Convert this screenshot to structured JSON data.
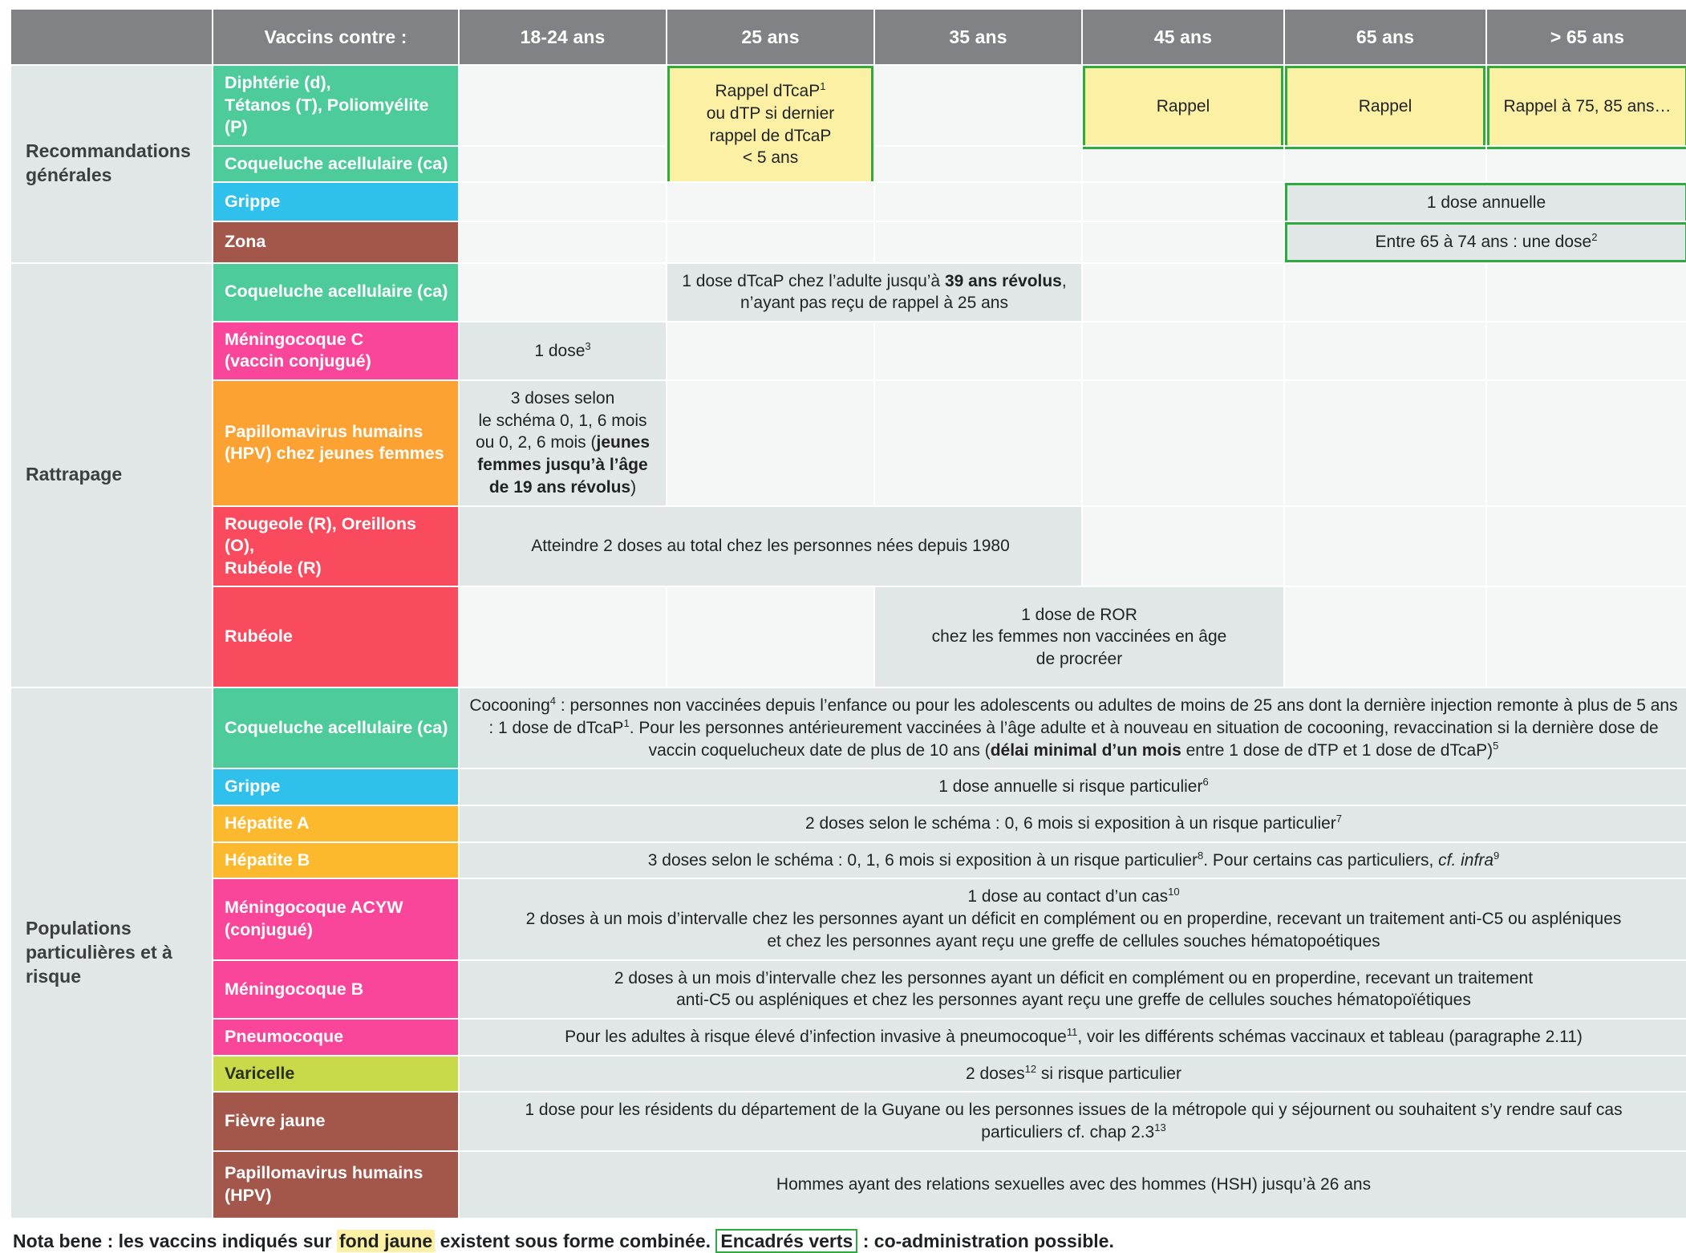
{
  "header": {
    "corner": "",
    "vaccine_col": "Vaccins contre :",
    "ages": [
      "18-24 ans",
      "25 ans",
      "35 ans",
      "45 ans",
      "65 ans",
      "> 65 ans"
    ]
  },
  "colors": {
    "header_grey": "#808285",
    "section_grey": "#e1e7e7",
    "cell_light": "#f5f7f7",
    "cell_fill": "#e1e7e7",
    "yellow": "#fbf0a4",
    "green_frame": "#2eab3e",
    "green_vaccine": "#4ecb9a",
    "blue_vaccine": "#2fc0ec",
    "brown_vaccine": "#a2574a",
    "pink_vaccine": "#f9469a",
    "orange_vaccine": "#fca232",
    "amber_vaccine": "#fcb92e",
    "red_vaccine": "#fa4b5e",
    "lime_vaccine": "#c8da4a"
  },
  "sections": {
    "general": "Recommandations générales",
    "rattrapage": "Rattrapage",
    "particulieres": "Populations particulières et à risque"
  },
  "rows": {
    "dtp": {
      "vaccine_line1": "Diphtérie (d),",
      "vaccine_line2": "Tétanos (T), Poliomyélite (P)",
      "cell_25": "Rappel dTcaP¹\nou dTP si dernier\nrappel de dTcaP\n< 5 ans",
      "cell_25_l1": "Rappel dTcaP",
      "cell_25_sup": "1",
      "cell_25_l2": "ou dTP si dernier",
      "cell_25_l3": "rappel de dTcaP",
      "cell_25_l4": "< 5 ans",
      "cell_45": "Rappel",
      "cell_65": "Rappel",
      "cell_65plus": "Rappel à 75, 85 ans…"
    },
    "coqueluche_gen": {
      "vaccine": "Coqueluche acellulaire (ca)"
    },
    "grippe_gen": {
      "vaccine": "Grippe",
      "cell": "1 dose annuelle"
    },
    "zona": {
      "vaccine": "Zona",
      "cell_text": "Entre 65 à 74 ans : une dose",
      "cell_sup": "2"
    },
    "coqueluche_rat": {
      "vaccine": "Coqueluche acellulaire (ca)",
      "text_a": "1 dose dTcaP chez l’adulte jusqu’à ",
      "text_b": "39 ans révolus",
      "text_c": ", n’ayant pas reçu de rappel à 25 ans"
    },
    "meningo_c": {
      "vaccine_line1": "Méningocoque C",
      "vaccine_line2": "(vaccin conjugué)",
      "cell_text": "1 dose",
      "cell_sup": "3"
    },
    "hpv_femmes": {
      "vaccine_line1": "Papillomavirus humains",
      "vaccine_line2": "(HPV) chez jeunes femmes",
      "text_a": "3 doses selon\nle schéma 0, 1, 6 mois\nou 0, 2, 6 mois (",
      "text_b": "jeunes femmes jusqu’à l’âge de 19 ans révolus",
      "text_c": ")",
      "l1": "3 doses selon",
      "l2": "le schéma 0, 1, 6 mois",
      "l3_plain": "ou 0, 2, 6 mois (",
      "l3_bold": "jeunes",
      "l4_bold": "femmes jusqu’à l’âge",
      "l5_bold": "de 19 ans révolus",
      "l5_plain": ")"
    },
    "ror": {
      "vaccine_line1": "Rougeole (R), Oreillons (O),",
      "vaccine_line2": "Rubéole (R)",
      "cell": "Atteindre 2 doses au total chez les personnes nées depuis 1980"
    },
    "rubeole": {
      "vaccine": "Rubéole",
      "l1": "1 dose de ROR",
      "l2": "chez les femmes non vaccinées en âge",
      "l3": "de procréer"
    },
    "cocooning": {
      "vaccine": "Coqueluche acellulaire (ca)",
      "t1": "Cocooning",
      "s1": "4",
      "t2": " : personnes non vaccinées depuis l’enfance ou pour les adolescents ou adultes de moins de 25 ans dont la dernière injection remonte à plus de 5 ans : 1 dose de dTcaP",
      "s2": "1",
      "t3": ". Pour les personnes antérieurement vaccinées à l’âge adulte et à nouveau en situation de cocooning, revaccination si la dernière dose de vaccin coquelucheux date de plus de 10 ans (",
      "b1": "délai minimal d’un mois",
      "t4": " entre 1 dose de dTP et 1 dose de dTcaP)",
      "s3": "5"
    },
    "grippe_part": {
      "vaccine": "Grippe",
      "text": "1 dose annuelle si risque particulier",
      "sup": "6"
    },
    "hep_a": {
      "vaccine": "Hépatite A",
      "text": "2 doses selon le schéma : 0, 6 mois si exposition à un risque particulier",
      "sup": "7"
    },
    "hep_b": {
      "vaccine": "Hépatite B",
      "t1": "3 doses selon le schéma : 0, 1, 6 mois si exposition à un risque particulier",
      "s1": "8",
      "t2": ". Pour certains cas particuliers, ",
      "i1": "cf. infra",
      "s2": "9"
    },
    "meningo_acyw": {
      "vaccine_line1": "Méningocoque ACYW",
      "vaccine_line2": "(conjugué)",
      "l1_text": "1 dose au contact d’un cas",
      "l1_sup": "10",
      "l2": "2 doses à un mois d’intervalle chez les personnes ayant un déficit en complément ou en properdine, recevant un traitement anti-C5 ou aspléniques",
      "l3": "et chez les personnes ayant reçu une greffe de cellules souches hématopoétiques"
    },
    "meningo_b": {
      "vaccine": "Méningocoque B",
      "l1": "2 doses à un mois d’intervalle chez les personnes ayant un déficit en complément ou en properdine, recevant un traitement",
      "l2": "anti-C5 ou aspléniques et chez les personnes ayant reçu une greffe de cellules souches hématopoïétiques"
    },
    "pneumocoque": {
      "vaccine": "Pneumocoque",
      "t1": "Pour les adultes à risque élevé d’infection invasive à pneumocoque",
      "s1": "11",
      "t2": ", voir les différents schémas vaccinaux et tableau (paragraphe 2.11)"
    },
    "varicelle": {
      "vaccine": "Varicelle",
      "t1": "2 doses",
      "s1": "12",
      "t2": " si risque particulier"
    },
    "fievre_jaune": {
      "vaccine": "Fièvre jaune",
      "l1": "1 dose pour les résidents du département de la Guyane ou les personnes issues de la métropole qui y séjournent ou souhaitent s’y rendre sauf cas",
      "l2_text": "particuliers cf. chap 2.3",
      "l2_sup": "13"
    },
    "hpv_hsh": {
      "vaccine_line1": "Papillomavirus humains",
      "vaccine_line2": "(HPV)",
      "text": "Hommes ayant des relations sexuelles avec des hommes (HSH) jusqu’à 26 ans"
    }
  },
  "nota": {
    "p1": "Nota bene : les vaccins indiqués sur ",
    "hl1": "fond jaune",
    "p2": " existent sous forme combinée. ",
    "hl2": "Encadrés verts",
    "p3": " : co-administration possible."
  }
}
